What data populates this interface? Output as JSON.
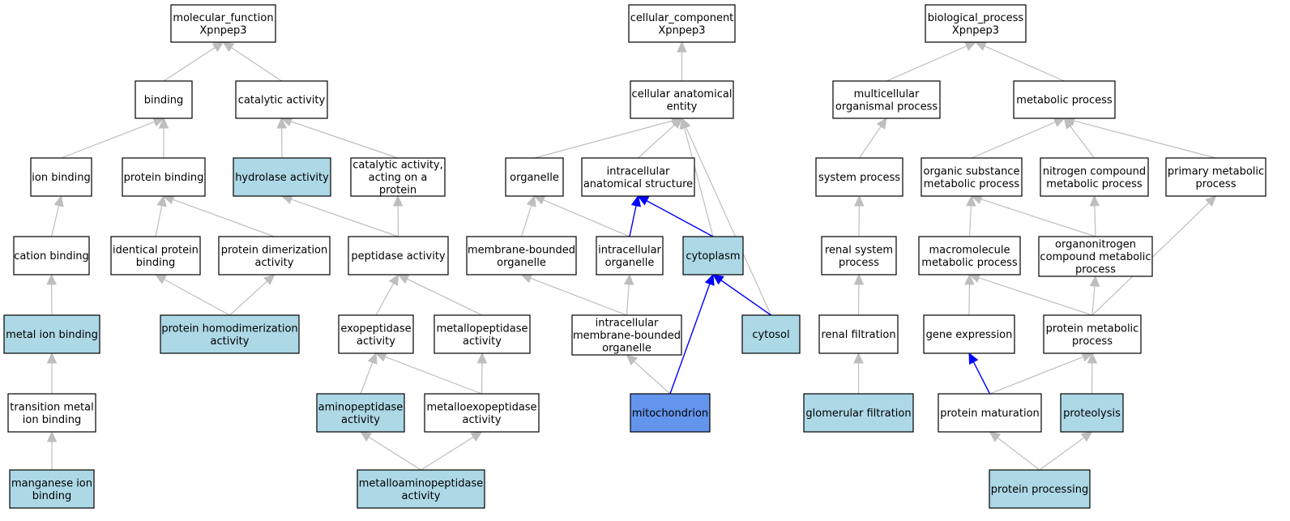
{
  "colors": {
    "default_fill": "#ffffff",
    "annotated_fill": "#add8e6",
    "focus_fill": "#6495ed",
    "edge_default": "#bebebe",
    "edge_highlight": "#0000ff"
  },
  "nodes": [
    {
      "id": "mf_root",
      "lines": [
        "molecular_function",
        "Xpnpep3"
      ],
      "style": "default"
    },
    {
      "id": "binding",
      "lines": [
        "binding"
      ],
      "style": "default"
    },
    {
      "id": "catalytic",
      "lines": [
        "catalytic activity"
      ],
      "style": "default"
    },
    {
      "id": "ion_binding",
      "lines": [
        "ion binding"
      ],
      "style": "default"
    },
    {
      "id": "protein_binding",
      "lines": [
        "protein binding"
      ],
      "style": "default"
    },
    {
      "id": "hydrolase",
      "lines": [
        "hydrolase activity"
      ],
      "style": "annotated"
    },
    {
      "id": "cat_protein",
      "lines": [
        "catalytic activity,",
        "acting on a",
        "protein"
      ],
      "style": "default"
    },
    {
      "id": "cation_binding",
      "lines": [
        "cation binding"
      ],
      "style": "default"
    },
    {
      "id": "identical_protein",
      "lines": [
        "identical protein",
        "binding"
      ],
      "style": "default"
    },
    {
      "id": "dimerization",
      "lines": [
        "protein dimerization",
        "activity"
      ],
      "style": "default"
    },
    {
      "id": "peptidase",
      "lines": [
        "peptidase activity"
      ],
      "style": "default"
    },
    {
      "id": "metal_ion",
      "lines": [
        "metal ion binding"
      ],
      "style": "annotated"
    },
    {
      "id": "homodimerization",
      "lines": [
        "protein homodimerization",
        "activity"
      ],
      "style": "annotated"
    },
    {
      "id": "exopeptidase",
      "lines": [
        "exopeptidase",
        "activity"
      ],
      "style": "default"
    },
    {
      "id": "metallopeptidase",
      "lines": [
        "metallopeptidase",
        "activity"
      ],
      "style": "default"
    },
    {
      "id": "transition_metal",
      "lines": [
        "transition metal",
        "ion binding"
      ],
      "style": "default"
    },
    {
      "id": "aminopeptidase",
      "lines": [
        "aminopeptidase",
        "activity"
      ],
      "style": "annotated"
    },
    {
      "id": "metalloexo",
      "lines": [
        "metalloexopeptidase",
        "activity"
      ],
      "style": "default"
    },
    {
      "id": "manganese",
      "lines": [
        "manganese ion",
        "binding"
      ],
      "style": "annotated"
    },
    {
      "id": "metalloamino",
      "lines": [
        "metalloaminopeptidase",
        "activity"
      ],
      "style": "annotated"
    },
    {
      "id": "cc_root",
      "lines": [
        "cellular_component",
        "Xpnpep3"
      ],
      "style": "default"
    },
    {
      "id": "cae",
      "lines": [
        "cellular anatomical",
        "entity"
      ],
      "style": "default"
    },
    {
      "id": "organelle",
      "lines": [
        "organelle"
      ],
      "style": "default"
    },
    {
      "id": "ias",
      "lines": [
        "intracellular",
        "anatomical structure"
      ],
      "style": "default"
    },
    {
      "id": "mbo",
      "lines": [
        "membrane-bounded",
        "organelle"
      ],
      "style": "default"
    },
    {
      "id": "io",
      "lines": [
        "intracellular",
        "organelle"
      ],
      "style": "default"
    },
    {
      "id": "cytoplasm",
      "lines": [
        "cytoplasm"
      ],
      "style": "annotated"
    },
    {
      "id": "imbo",
      "lines": [
        "intracellular",
        "membrane-bounded",
        "organelle"
      ],
      "style": "default"
    },
    {
      "id": "cytosol",
      "lines": [
        "cytosol"
      ],
      "style": "annotated"
    },
    {
      "id": "mito",
      "lines": [
        "mitochondrion"
      ],
      "style": "focus"
    },
    {
      "id": "bp_root",
      "lines": [
        "biological_process",
        "Xpnpep3"
      ],
      "style": "default"
    },
    {
      "id": "mop",
      "lines": [
        "multicellular",
        "organismal process"
      ],
      "style": "default"
    },
    {
      "id": "metabolic",
      "lines": [
        "metabolic process"
      ],
      "style": "default"
    },
    {
      "id": "system",
      "lines": [
        "system process"
      ],
      "style": "default"
    },
    {
      "id": "osmp",
      "lines": [
        "organic substance",
        "metabolic process"
      ],
      "style": "default"
    },
    {
      "id": "ncmp",
      "lines": [
        "nitrogen compound",
        "metabolic process"
      ],
      "style": "default"
    },
    {
      "id": "pmp",
      "lines": [
        "primary metabolic",
        "process"
      ],
      "style": "default"
    },
    {
      "id": "renal_system",
      "lines": [
        "renal system",
        "process"
      ],
      "style": "default"
    },
    {
      "id": "macro",
      "lines": [
        "macromolecule",
        "metabolic process"
      ],
      "style": "default"
    },
    {
      "id": "organonitrogen",
      "lines": [
        "organonitrogen",
        "compound metabolic",
        "process"
      ],
      "style": "default"
    },
    {
      "id": "renal_filtration",
      "lines": [
        "renal filtration"
      ],
      "style": "default"
    },
    {
      "id": "gene_expr",
      "lines": [
        "gene expression"
      ],
      "style": "default"
    },
    {
      "id": "protein_metabolic",
      "lines": [
        "protein metabolic",
        "process"
      ],
      "style": "default"
    },
    {
      "id": "glomerular",
      "lines": [
        "glomerular filtration"
      ],
      "style": "annotated"
    },
    {
      "id": "maturation",
      "lines": [
        "protein maturation"
      ],
      "style": "default"
    },
    {
      "id": "proteolysis",
      "lines": [
        "proteolysis"
      ],
      "style": "annotated"
    },
    {
      "id": "processing",
      "lines": [
        "protein processing"
      ],
      "style": "annotated"
    }
  ],
  "edges": [
    {
      "from": "binding",
      "to": "mf_root",
      "highlight": false
    },
    {
      "from": "catalytic",
      "to": "mf_root",
      "highlight": false
    },
    {
      "from": "ion_binding",
      "to": "binding",
      "highlight": false
    },
    {
      "from": "protein_binding",
      "to": "binding",
      "highlight": false
    },
    {
      "from": "hydrolase",
      "to": "catalytic",
      "highlight": false
    },
    {
      "from": "cat_protein",
      "to": "catalytic",
      "highlight": false
    },
    {
      "from": "cation_binding",
      "to": "ion_binding",
      "highlight": false
    },
    {
      "from": "identical_protein",
      "to": "protein_binding",
      "highlight": false
    },
    {
      "from": "dimerization",
      "to": "protein_binding",
      "highlight": false
    },
    {
      "from": "peptidase",
      "to": "hydrolase",
      "highlight": false
    },
    {
      "from": "peptidase",
      "to": "cat_protein",
      "highlight": false
    },
    {
      "from": "metal_ion",
      "to": "cation_binding",
      "highlight": false
    },
    {
      "from": "homodimerization",
      "to": "identical_protein",
      "highlight": false
    },
    {
      "from": "homodimerization",
      "to": "dimerization",
      "highlight": false
    },
    {
      "from": "exopeptidase",
      "to": "peptidase",
      "highlight": false
    },
    {
      "from": "metallopeptidase",
      "to": "peptidase",
      "highlight": false
    },
    {
      "from": "transition_metal",
      "to": "metal_ion",
      "highlight": false
    },
    {
      "from": "aminopeptidase",
      "to": "exopeptidase",
      "highlight": false
    },
    {
      "from": "metalloexo",
      "to": "exopeptidase",
      "highlight": false
    },
    {
      "from": "metalloexo",
      "to": "metallopeptidase",
      "highlight": false
    },
    {
      "from": "manganese",
      "to": "transition_metal",
      "highlight": false
    },
    {
      "from": "metalloamino",
      "to": "aminopeptidase",
      "highlight": false
    },
    {
      "from": "metalloamino",
      "to": "metalloexo",
      "highlight": false
    },
    {
      "from": "cae",
      "to": "cc_root",
      "highlight": false
    },
    {
      "from": "organelle",
      "to": "cae",
      "highlight": false
    },
    {
      "from": "ias",
      "to": "cae",
      "highlight": false
    },
    {
      "from": "cytoplasm",
      "to": "cae",
      "highlight": false
    },
    {
      "from": "cytosol",
      "to": "cae",
      "highlight": false
    },
    {
      "from": "mbo",
      "to": "organelle",
      "highlight": false
    },
    {
      "from": "io",
      "to": "organelle",
      "highlight": false
    },
    {
      "from": "io",
      "to": "ias",
      "highlight": true
    },
    {
      "from": "cytoplasm",
      "to": "ias",
      "highlight": true
    },
    {
      "from": "imbo",
      "to": "mbo",
      "highlight": false
    },
    {
      "from": "imbo",
      "to": "io",
      "highlight": false
    },
    {
      "from": "cytosol",
      "to": "cytoplasm",
      "highlight": true
    },
    {
      "from": "mito",
      "to": "imbo",
      "highlight": false
    },
    {
      "from": "mito",
      "to": "cytoplasm",
      "highlight": true
    },
    {
      "from": "mop",
      "to": "bp_root",
      "highlight": false
    },
    {
      "from": "metabolic",
      "to": "bp_root",
      "highlight": false
    },
    {
      "from": "system",
      "to": "mop",
      "highlight": false
    },
    {
      "from": "osmp",
      "to": "metabolic",
      "highlight": false
    },
    {
      "from": "ncmp",
      "to": "metabolic",
      "highlight": false
    },
    {
      "from": "pmp",
      "to": "metabolic",
      "highlight": false
    },
    {
      "from": "renal_system",
      "to": "system",
      "highlight": false
    },
    {
      "from": "macro",
      "to": "osmp",
      "highlight": false
    },
    {
      "from": "organonitrogen",
      "to": "osmp",
      "highlight": false
    },
    {
      "from": "organonitrogen",
      "to": "ncmp",
      "highlight": false
    },
    {
      "from": "renal_filtration",
      "to": "renal_system",
      "highlight": false
    },
    {
      "from": "gene_expr",
      "to": "macro",
      "highlight": false
    },
    {
      "from": "protein_metabolic",
      "to": "macro",
      "highlight": false
    },
    {
      "from": "protein_metabolic",
      "to": "organonitrogen",
      "highlight": false
    },
    {
      "from": "protein_metabolic",
      "to": "pmp",
      "highlight": false
    },
    {
      "from": "glomerular",
      "to": "renal_filtration",
      "highlight": false
    },
    {
      "from": "maturation",
      "to": "gene_expr",
      "highlight": true
    },
    {
      "from": "maturation",
      "to": "protein_metabolic",
      "highlight": false
    },
    {
      "from": "proteolysis",
      "to": "protein_metabolic",
      "highlight": false
    },
    {
      "from": "processing",
      "to": "maturation",
      "highlight": false
    },
    {
      "from": "processing",
      "to": "proteolysis",
      "highlight": false
    }
  ]
}
